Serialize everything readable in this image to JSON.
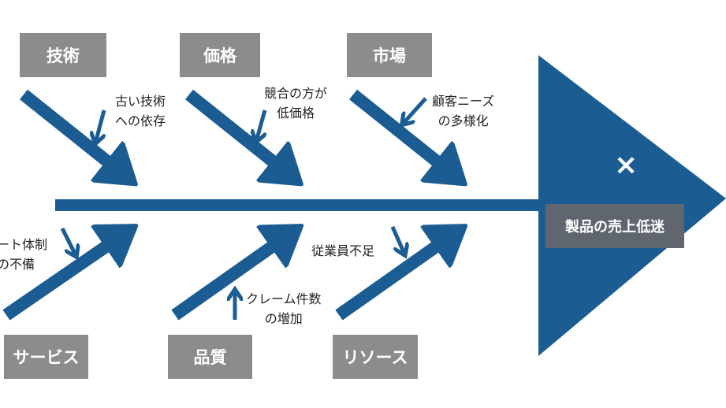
{
  "colors": {
    "bone": "#1b5c92",
    "category_box": "#8c8c8c",
    "effect_box": "#5f6670"
  },
  "effect": {
    "mark": "×",
    "label": "製品の売上低迷"
  },
  "categories_top": [
    {
      "label": "技術",
      "note": [
        "古い技術",
        "への依存"
      ]
    },
    {
      "label": "価格",
      "note": [
        "競合の方が",
        "低価格"
      ]
    },
    {
      "label": "市場",
      "note": [
        "顧客ニーズ",
        "の多様化"
      ]
    }
  ],
  "categories_bottom": [
    {
      "label": "サービス",
      "note": [
        "ート体制",
        "の不備"
      ]
    },
    {
      "label": "品質",
      "note": [
        "クレーム件数",
        "の増加"
      ]
    },
    {
      "label": "リソース",
      "note": [
        "従業員不足"
      ]
    }
  ]
}
